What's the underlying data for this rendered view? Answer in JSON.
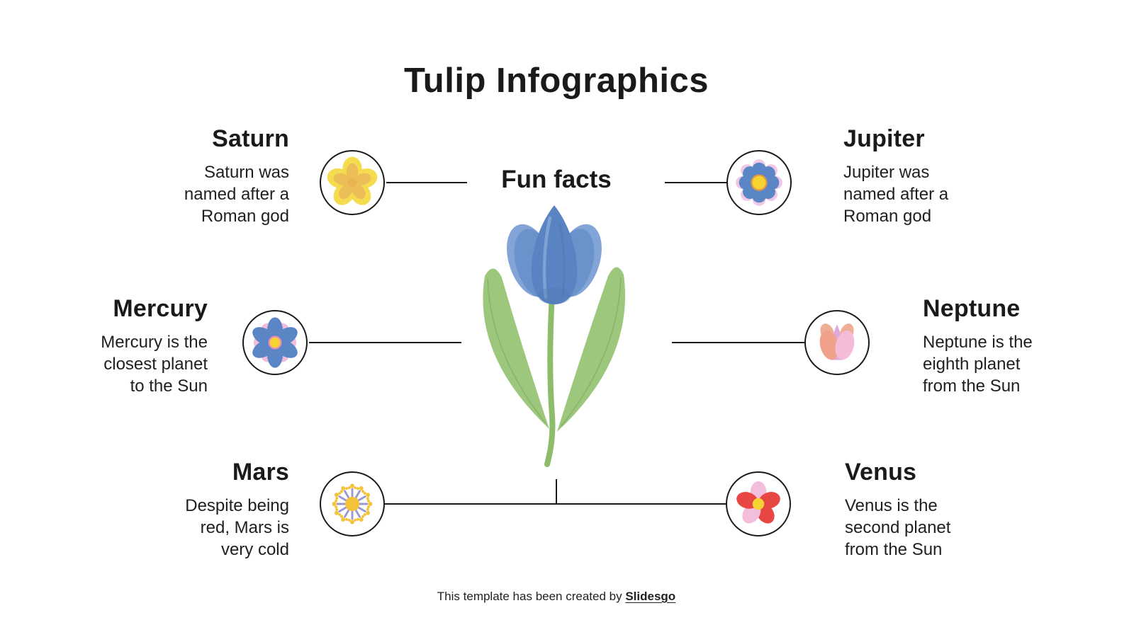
{
  "title": "Tulip Infographics",
  "center": {
    "label": "Fun facts",
    "illustration": "blue-tulip-with-leaves"
  },
  "planets": [
    {
      "name": "Saturn",
      "fact": "Saturn was\nnamed after a\nRoman god",
      "icon": "yellow-five-petal-flower-icon",
      "align": "right"
    },
    {
      "name": "Jupiter",
      "fact": "Jupiter was\nnamed after a\nRoman god",
      "icon": "blue-scalloped-flower-icon",
      "align": "left"
    },
    {
      "name": "Mercury",
      "fact": "Mercury is the\nclosest planet\nto the Sun",
      "icon": "blue-pink-flower-icon",
      "align": "right"
    },
    {
      "name": "Neptune",
      "fact": "Neptune is the\neighth planet\nfrom the Sun",
      "icon": "pink-tulip-icon",
      "align": "left"
    },
    {
      "name": "Mars",
      "fact": "Despite being\nred, Mars is\nvery cold",
      "icon": "lavender-dandelion-icon",
      "align": "right"
    },
    {
      "name": "Venus",
      "fact": "Venus is the\nsecond planet\nfrom the Sun",
      "icon": "red-pink-flower-icon",
      "align": "left"
    }
  ],
  "footer": {
    "text": "This template has been created by ",
    "brand": "Slidesgo"
  },
  "colors": {
    "text": "#1a1a1a",
    "tulip_blue": "#5983C2",
    "tulip_blue_light": "#82A4D6",
    "leaf_green": "#9CC77D",
    "stem_green": "#8CBC6C",
    "saturn_yellow": "#F5DC4F",
    "saturn_amber": "#ECBE58",
    "flower_blue": "#5B86C5",
    "flower_pink": "#F3BCDC",
    "center_yellow": "#F6D333",
    "mars_lavender": "#9D99CF",
    "venus_red": "#E84643",
    "neptune_salmon": "#EFA189",
    "neptune_pink": "#F5BCD9",
    "neptune_mauve": "#DDA9DB"
  }
}
